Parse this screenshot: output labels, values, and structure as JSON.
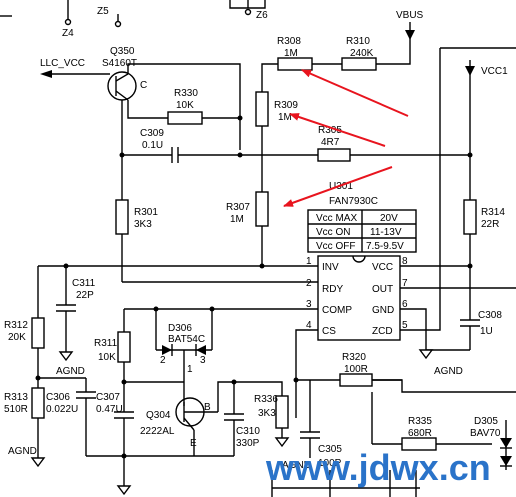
{
  "components": {
    "q350": {
      "ref": "Q350",
      "part": "S4160T",
      "pins": {
        "c": "C"
      }
    },
    "llc_vcc": "LLC_VCC",
    "z4": "Z4",
    "z5": "Z5",
    "z6": "Z6",
    "vbus": "VBUS",
    "vcc1": "VCC1",
    "r308": {
      "ref": "R308",
      "val": "1M"
    },
    "r310": {
      "ref": "R310",
      "val": "240K"
    },
    "r309": {
      "ref": "R309",
      "val": "1M"
    },
    "r330": {
      "ref": "R330",
      "val": "10K"
    },
    "c309": {
      "ref": "C309",
      "val": "0.1U"
    },
    "r305": {
      "ref": "R305",
      "val": "4R7"
    },
    "r307": {
      "ref": "R307",
      "val": "1M"
    },
    "r301": {
      "ref": "R301",
      "val": "3K3"
    },
    "r314": {
      "ref": "R314",
      "val": "22R"
    },
    "c311": {
      "ref": "C311",
      "val": "22P"
    },
    "r312": {
      "ref": "R312",
      "val": "20K"
    },
    "r313": {
      "ref": "R313",
      "val": "510R"
    },
    "c306": {
      "ref": "C306",
      "val": "0.022U"
    },
    "r311": {
      "ref": "R311",
      "val": "10K"
    },
    "d306": {
      "ref": "D306",
      "part": "BAT54C",
      "pin_left": "2",
      "pin_right": "3",
      "pin_bottom": "1"
    },
    "c307": {
      "ref": "C307",
      "val": "0.47U"
    },
    "q304": {
      "ref": "Q304",
      "part": "2222AL",
      "pin_b": "B",
      "pin_e": "E"
    },
    "c310": {
      "ref": "C310",
      "val": "330P"
    },
    "r336": {
      "ref": "R336",
      "val": "3K3"
    },
    "c305": {
      "ref": "C305",
      "val": "100P"
    },
    "r320": {
      "ref": "R320",
      "val": "100R"
    },
    "r335": {
      "ref": "R335",
      "val": "680R"
    },
    "d305": {
      "ref": "D305",
      "part": "BAV70"
    },
    "c308": {
      "ref": "C308",
      "val": "1U"
    },
    "agnd": "AGND"
  },
  "ic": {
    "ref": "U301",
    "part": "FAN7930C",
    "pins_left": [
      {
        "num": "1",
        "name": "INV"
      },
      {
        "num": "2",
        "name": "RDY"
      },
      {
        "num": "3",
        "name": "COMP"
      },
      {
        "num": "4",
        "name": "CS"
      }
    ],
    "pins_right": [
      {
        "num": "8",
        "name": "VCC"
      },
      {
        "num": "7",
        "name": "OUT"
      },
      {
        "num": "6",
        "name": "GND"
      },
      {
        "num": "5",
        "name": "ZCD"
      }
    ],
    "spec_table": [
      {
        "param": "Vcc MAX",
        "value": "20V"
      },
      {
        "param": "Vcc ON",
        "value": "11-13V"
      },
      {
        "param": "Vcc OFF",
        "value": "7.5-9.5V"
      }
    ]
  },
  "annotations": {
    "arrow_color": "#e8141e",
    "arrow_count": 3
  },
  "watermark": {
    "text": "www.jdwx.cn",
    "color": "#2a73c9"
  }
}
